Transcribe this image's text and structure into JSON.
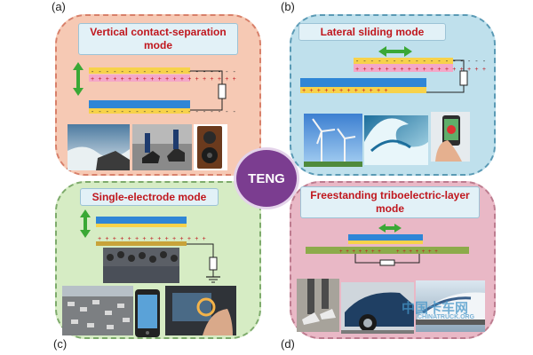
{
  "panels": {
    "a": {
      "letter": "(a)",
      "title": "Vertical contact-separation mode"
    },
    "b": {
      "letter": "(b)",
      "title": "Lateral sliding mode"
    },
    "c": {
      "letter": "(c)",
      "title": "Single-electrode mode"
    },
    "d": {
      "letter": "(d)",
      "title": "Freestanding triboelectric-layer mode"
    }
  },
  "center": {
    "label": "TENG"
  },
  "watermark": {
    "brand": "中国卡车网",
    "domain": "CHINATRUCK.ORG"
  },
  "colors": {
    "panel_a": "#f6c9b4",
    "panel_b": "#bfe0ec",
    "panel_c": "#d6ecc4",
    "panel_d": "#e9b8c6",
    "title_text": "#c0171e",
    "center_circle": "#7b3d90",
    "electrode_blue": "#2f86d6",
    "layer_yellow": "#f7d24a",
    "layer_pink": "#f4a7c8",
    "arrow_green": "#3aa835"
  }
}
